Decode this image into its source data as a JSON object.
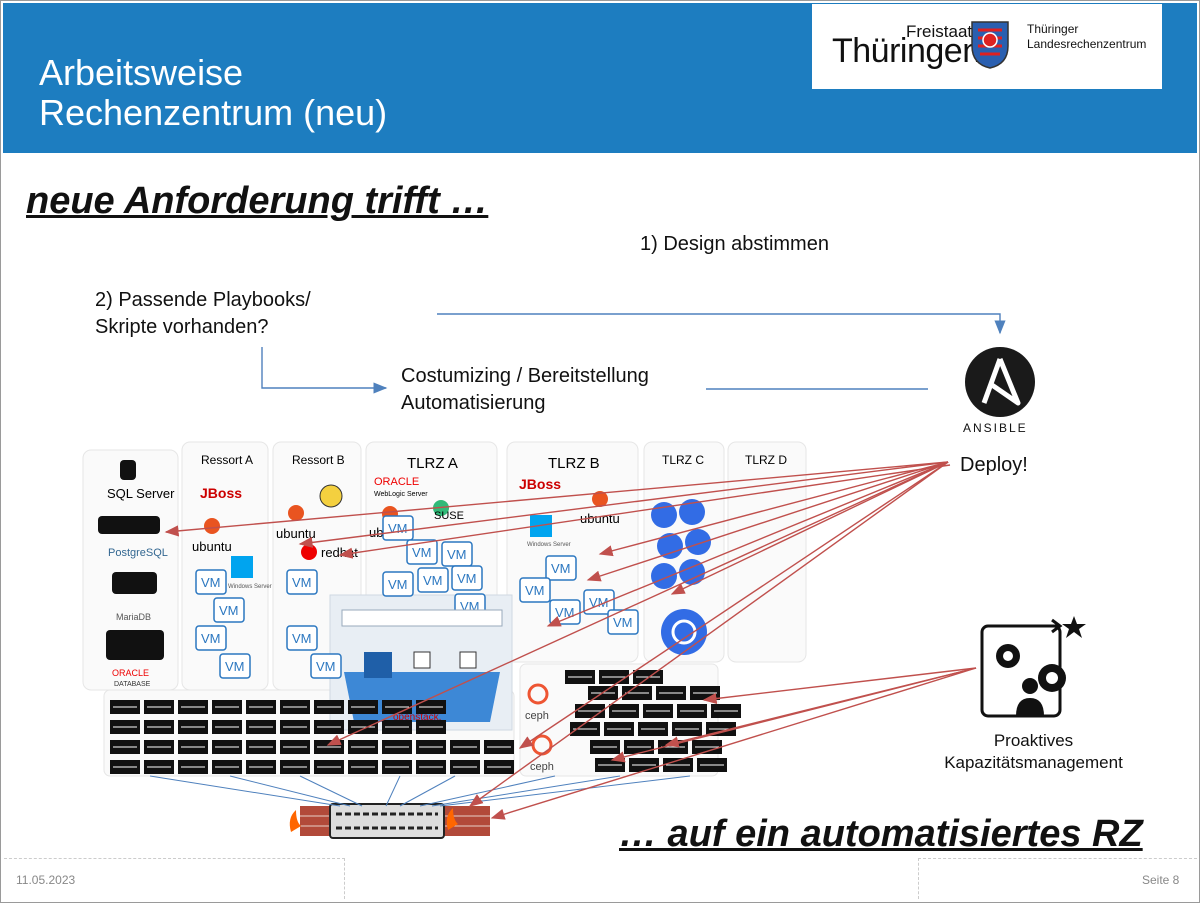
{
  "slide": {
    "title_line1": "Arbeitsweise",
    "title_line2": "Rechenzentrum (neu)",
    "headline": "neue Anforderung trifft …",
    "footline": "… auf ein automatisiertes  RZ",
    "date": "11.05.2023",
    "page": "Seite 8"
  },
  "logo": {
    "freistaat": "Freistaat",
    "thueringen": "Thüringen",
    "org_line1": "Thüringer",
    "org_line2": "Landesrechenzentrum"
  },
  "steps": {
    "step1": "1) Design abstimmen",
    "step2_line1": "2) Passende Playbooks/",
    "step2_line2": "Skripte vorhanden?",
    "custom_line1": "Costumizing / Bereitstellung",
    "custom_line2": "Automatisierung",
    "ansible": "ANSIBLE",
    "deploy": "Deploy!",
    "capacity_line1": "Proaktives",
    "capacity_line2": "Kapazitätsmanagement"
  },
  "zones": {
    "ressort_a": "Ressort A",
    "ressort_b": "Ressort B",
    "tlrz_a": "TLRZ A",
    "tlrz_b": "TLRZ B",
    "tlrz_c": "TLRZ C",
    "tlrz_d": "TLRZ D"
  },
  "logos": {
    "sqlserver": "SQL Server",
    "postgres": "PostgreSQL",
    "mariadb": "MariaDB",
    "oracle_db": "ORACLE",
    "oracle_db_sub": "DATABASE",
    "jboss": "JBoss",
    "ubuntu": "ubuntu",
    "redhat": "redhat",
    "oracle_wl": "ORACLE",
    "weblogic": "WebLogic Server",
    "suse": "SUSE",
    "windows": "Windows Server",
    "openstack": "openstack.",
    "ceph": "ceph",
    "vm": "VM"
  },
  "colors": {
    "header_blue": "#1d7dc0",
    "arrow_red": "#c0504d",
    "arrow_blue": "#4f81bd"
  }
}
